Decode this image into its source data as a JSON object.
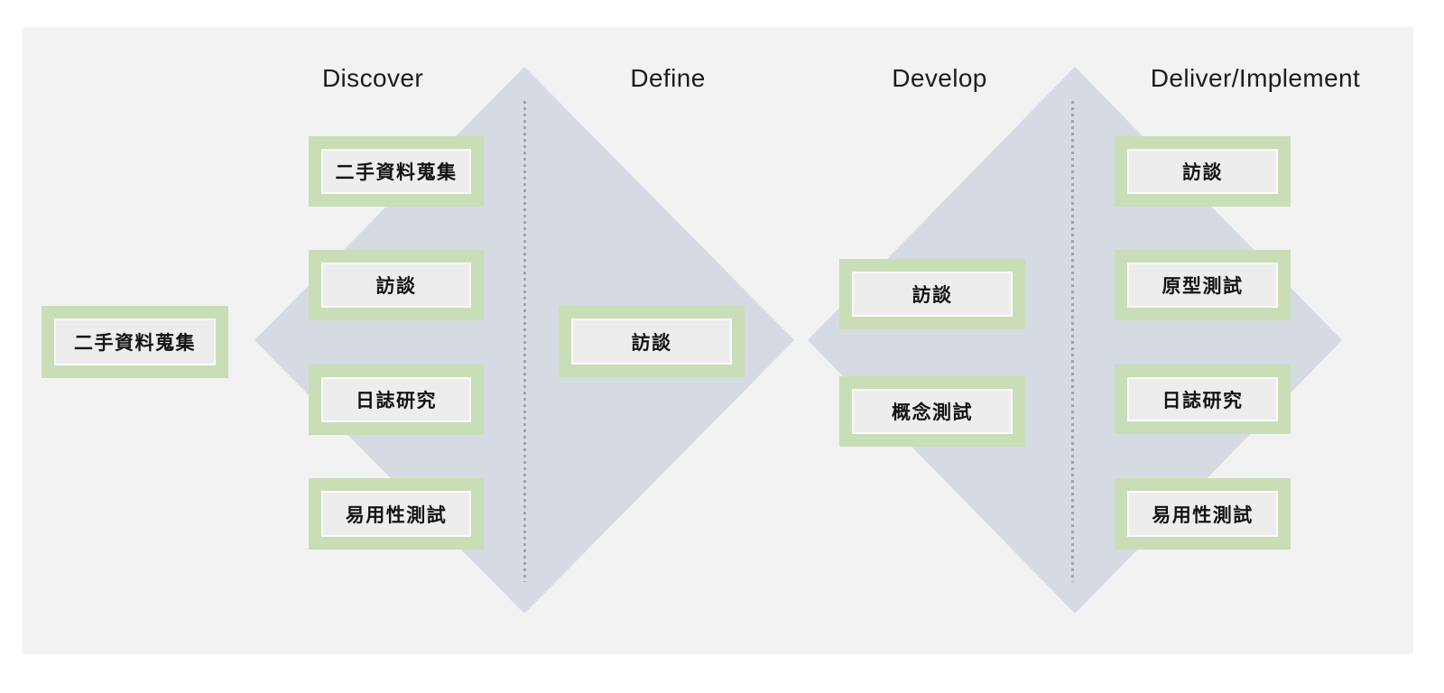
{
  "phases": [
    {
      "label": "Discover"
    },
    {
      "label": "Define"
    },
    {
      "label": "Develop"
    },
    {
      "label": "Deliver/Implement"
    }
  ],
  "methods": {
    "pre_discover": "二手資料蒐集",
    "discover": [
      "二手資料蒐集",
      "訪談",
      "日誌研究",
      "易用性測試"
    ],
    "define": [
      "訪談"
    ],
    "develop": [
      "訪談",
      "概念測試"
    ],
    "deliver": [
      "訪談",
      "原型測試",
      "日誌研究",
      "易用性測試"
    ]
  },
  "colors": {
    "page_bg": "#ffffff",
    "panel_bg": "#f2f2f2",
    "diamond": "#d6dae3",
    "frame_green": "#c9deb6",
    "box_fill": "#ededed",
    "box_inner_border": "#fbfbfb",
    "dotted_line": "#a5a5a5",
    "title_text": "#1c1c1c",
    "box_text": "#141414"
  }
}
